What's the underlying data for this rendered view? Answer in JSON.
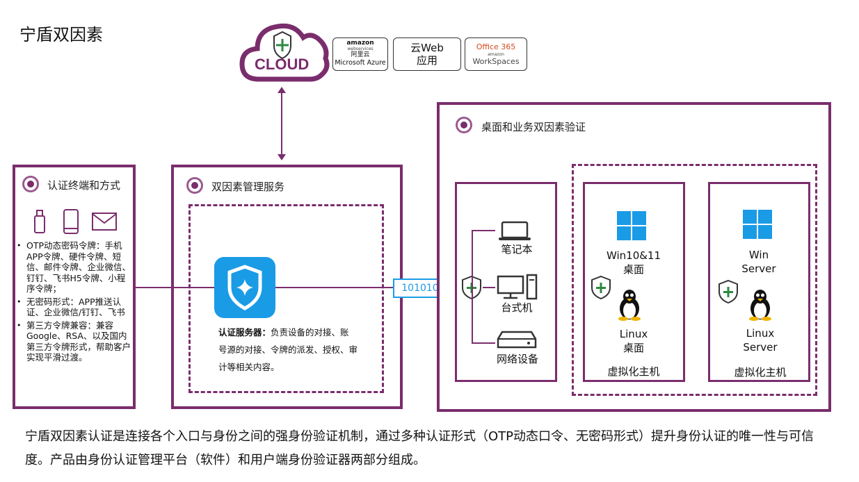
{
  "title": "宁盾双因素",
  "cloud": {
    "label": "CLOUD",
    "providers": {
      "amazon_a": "amazon",
      "amazon_b": "webservices",
      "aliyun": "阿里云",
      "azure": "Microsoft Azure"
    },
    "web_app_line1": "云Web",
    "web_app_line2": "应用",
    "office365": "Office 365",
    "workspaces": "WorkSpaces",
    "workspaces_brand": "amazon"
  },
  "auth_terminal": {
    "title": "认证终端和方式",
    "items": [
      "OTP动态密码令牌：手机APP令牌、硬件令牌、短信、邮件令牌、企业微信、钉钉、飞书H5令牌、小程序令牌；",
      "无密码形式：APP推送认证、企业微信/钉钉、飞书",
      "第三方令牌兼容：兼容Google、RSA、以及国内第三方令牌形式，帮助客户实现平滑过渡。"
    ]
  },
  "mgmt": {
    "title": "双因素管理服务",
    "server_label": "认证服务器：",
    "server_desc": "负责设备的对接、账号源的对接、令牌的派发、授权、审计等相关内容。"
  },
  "connector": {
    "label": "101010"
  },
  "desktop": {
    "title": "桌面和业务双因素验证",
    "devices": [
      "笔记本",
      "台式机",
      "网络设备"
    ],
    "vm1": {
      "os1": "Win10&11",
      "os1b": "桌面",
      "os2": "Linux",
      "os2b": "桌面",
      "footer": "虚拟化主机"
    },
    "vm2": {
      "os1": "Win",
      "os1b": "Server",
      "os2": "Linux",
      "os2b": "Server",
      "footer": "虚拟化主机"
    }
  },
  "description": "宁盾双因素认证是连接各个入口与身份之间的强身份验证机制，通过多种认证形式（OTP动态口令、无密码形式）提升身份认证的唯一性与可信度。产品由身份认证管理平台（软件）和用户端身份验证器两部分组成。",
  "colors": {
    "accent": "#7a2d6c",
    "blue": "#1a9be6",
    "win_blue": "#1a9be6"
  }
}
